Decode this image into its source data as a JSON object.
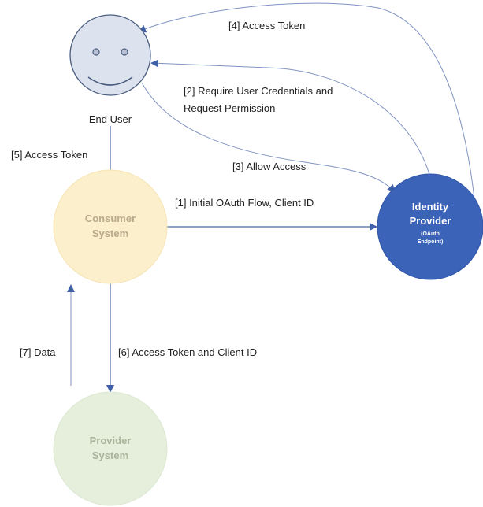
{
  "nodes": {
    "end_user": {
      "label": "End User"
    },
    "consumer": {
      "line1": "Consumer",
      "line2": "System"
    },
    "identity": {
      "line1": "Identity",
      "line2": "Provider",
      "line3": "(OAuth",
      "line4": "Endpoint)"
    },
    "provider": {
      "line1": "Provider",
      "line2": "System"
    }
  },
  "edges": {
    "e1": "[1] Initial OAuth Flow, Client ID",
    "e2_line1": "[2] Require User Credentials and",
    "e2_line2": "Request Permission",
    "e3": "[3] Allow Access",
    "e4": "[4] Access Token",
    "e5": "[5] Access Token",
    "e6": "[6] Access Token and Client ID",
    "e7": "[7] Data"
  },
  "colors": {
    "end_user_fill": "#dde3ee",
    "consumer_fill": "#fcefcc",
    "identity_fill": "#3b63b8",
    "provider_fill": "#e6efdc",
    "arrow": "#4a67a8"
  }
}
